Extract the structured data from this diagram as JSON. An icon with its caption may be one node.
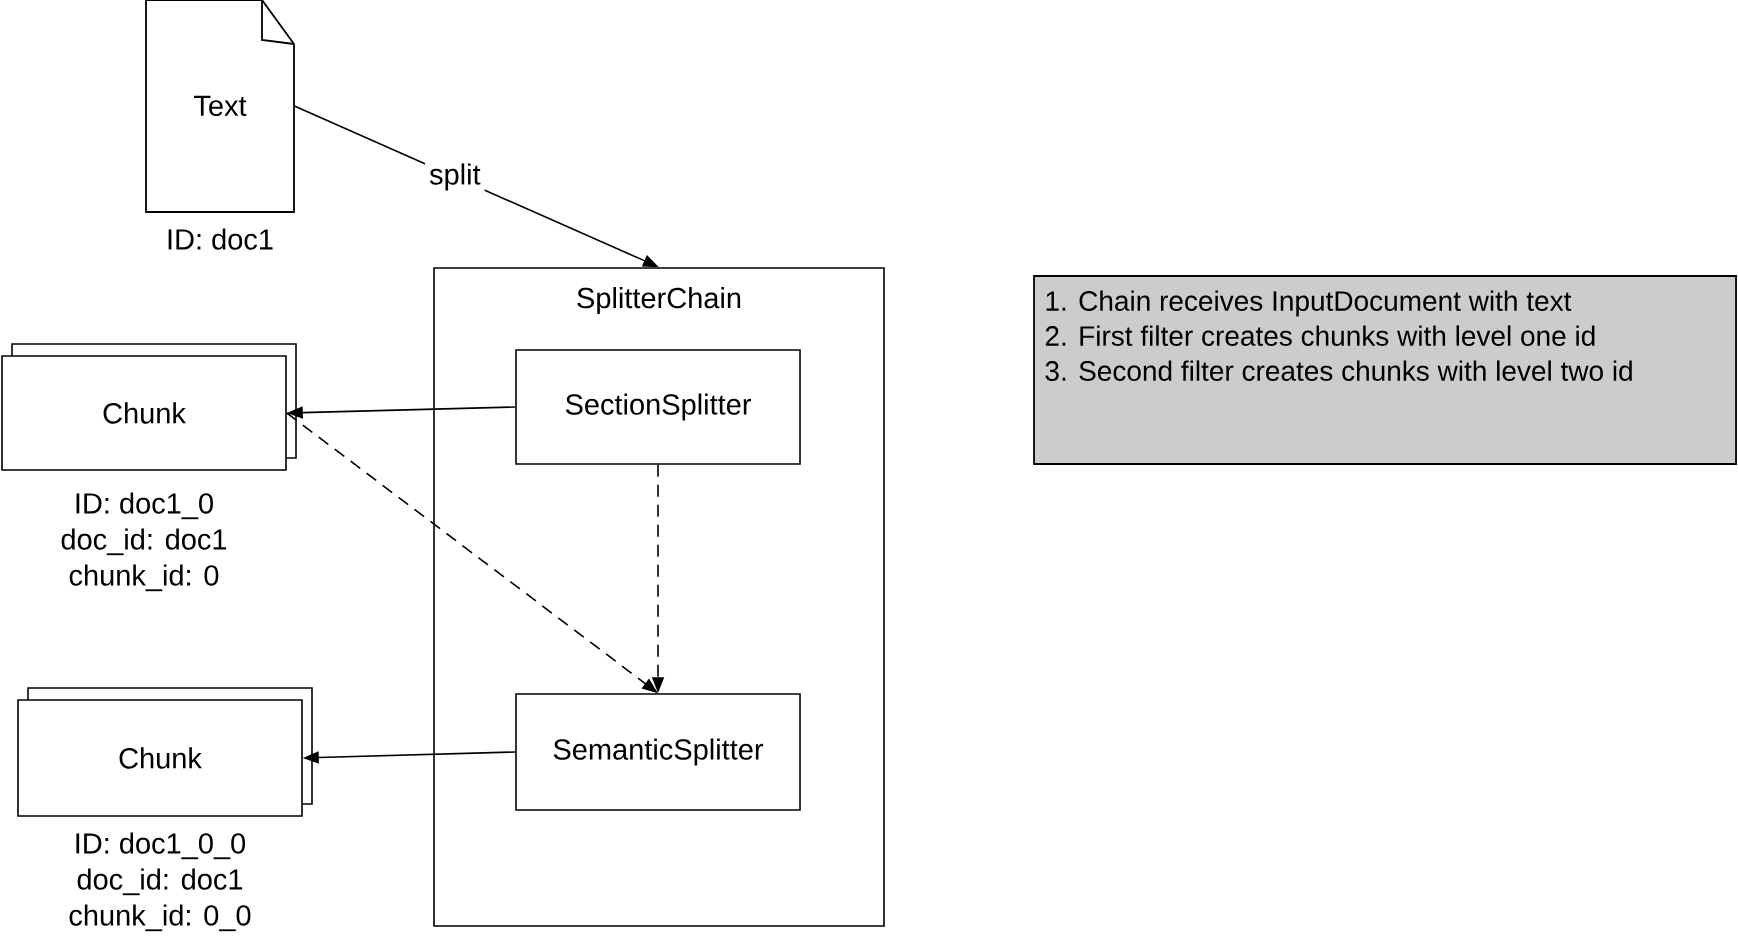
{
  "diagram": {
    "nodes": [
      {
        "text": [
          "Text"
        ],
        "beside": [
          "ID: doc1"
        ]
      },
      {
        "text": [
          "SplitterChain"
        ]
      },
      {
        "text": [
          "SectionSplitter"
        ],
        "in": 1
      },
      {
        "text": [
          "SemanticSplitter"
        ],
        "in": 1
      },
      {
        "text": [
          "Chunk"
        ],
        "beside": [
          "ID: doc1_0",
          "doc_id: doc1",
          "chunk_id: 0"
        ]
      },
      {
        "text": [
          "Chunk"
        ],
        "beside": [
          "ID: doc1_0_0",
          "doc_id: doc1",
          "chunk_id: 0_0"
        ]
      },
      {
        "text": [
          "1. Chain receives InputDocument with text",
          "2. First filter creates chunks with level one id",
          "3. Second filter creates chunks with level two id"
        ]
      }
    ],
    "edges": [
      {
        "from": 0,
        "to": 1,
        "arrow": "to",
        "label": "split"
      },
      {
        "from": 2,
        "to": 4,
        "arrow": "to"
      },
      {
        "from": 2,
        "to": 3,
        "arrow": "to",
        "style": "dashed"
      },
      {
        "from": 4,
        "to": 3,
        "arrow": "to",
        "style": "dashed"
      },
      {
        "from": 3,
        "to": 5,
        "arrow": "to"
      }
    ]
  }
}
